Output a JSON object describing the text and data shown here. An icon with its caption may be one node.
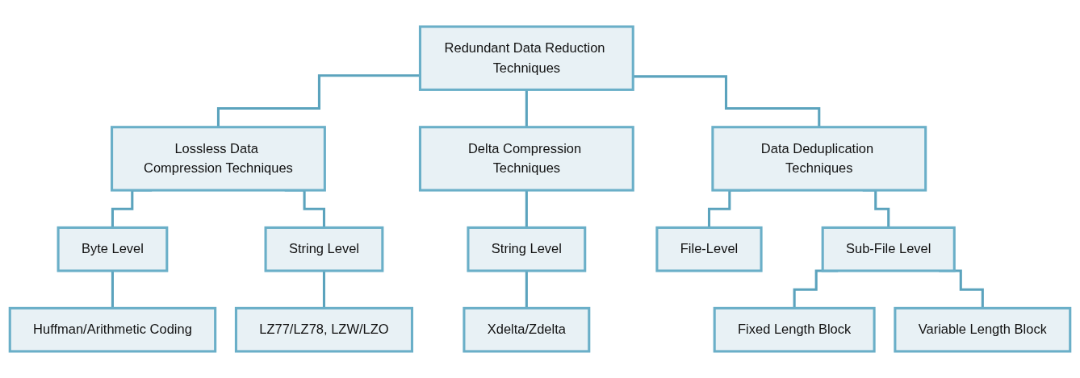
{
  "diagram": {
    "nodes": [
      {
        "text": [
          "Redundant Data Reduction Techniques"
        ]
      },
      {
        "text": [
          "Lossless Data Compression Techniques"
        ]
      },
      {
        "text": [
          "Delta Compression Techniques"
        ]
      },
      {
        "text": [
          "Data Deduplication Techniques"
        ]
      },
      {
        "text": [
          "Byte Level"
        ]
      },
      {
        "text": [
          "String Level"
        ]
      },
      {
        "text": [
          "String Level"
        ]
      },
      {
        "text": [
          "File-Level"
        ]
      },
      {
        "text": [
          "Sub-File Level"
        ]
      },
      {
        "text": [
          "Huffman/Arithmetic Coding"
        ]
      },
      {
        "text": [
          "LZ77/LZ78, LZW/LZO"
        ]
      },
      {
        "text": [
          "Xdelta/Zdelta"
        ]
      },
      {
        "text": [
          "Fixed Length Block"
        ]
      },
      {
        "text": [
          "Variable Length Block"
        ]
      }
    ],
    "edges": [
      {
        "from": 0,
        "to": 1,
        "arrow": "none"
      },
      {
        "from": 0,
        "to": 2,
        "arrow": "none"
      },
      {
        "from": 0,
        "to": 3,
        "arrow": "none"
      },
      {
        "from": 1,
        "to": 4,
        "arrow": "none"
      },
      {
        "from": 1,
        "to": 5,
        "arrow": "none"
      },
      {
        "from": 2,
        "to": 6,
        "arrow": "none"
      },
      {
        "from": 3,
        "to": 7,
        "arrow": "none"
      },
      {
        "from": 3,
        "to": 8,
        "arrow": "none"
      },
      {
        "from": 4,
        "to": 9,
        "arrow": "none"
      },
      {
        "from": 5,
        "to": 10,
        "arrow": "none"
      },
      {
        "from": 6,
        "to": 11,
        "arrow": "none"
      },
      {
        "from": 8,
        "to": 12,
        "arrow": "none"
      },
      {
        "from": 8,
        "to": 13,
        "arrow": "none"
      }
    ]
  }
}
